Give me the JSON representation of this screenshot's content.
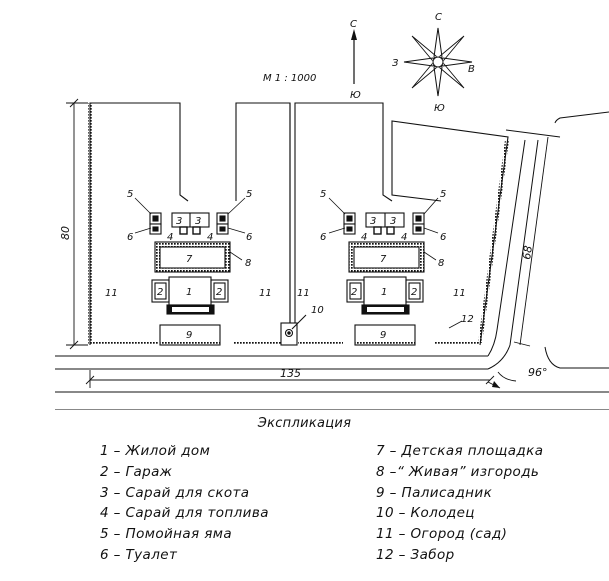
{
  "scale": "М 1 : 1000",
  "north_arrow": {
    "top": "С",
    "bottom": "Ю"
  },
  "compass_rose": {
    "north": "С",
    "south": "Ю",
    "west": "З",
    "east": "В"
  },
  "dimensions": {
    "width": "135",
    "height": "80",
    "diagonal": "68",
    "angle": "96°"
  },
  "plot_labels": {
    "house": "1",
    "garage": "2",
    "barn": "3",
    "shed": "4",
    "cesspit": "5",
    "toilet": "6",
    "playground": "7",
    "hedge": "8",
    "front_garden": "9",
    "well": "10",
    "garden": "11",
    "fence": "12"
  },
  "explication": {
    "title": "Экспликация",
    "left": [
      "1 – Жилой дом",
      "2 – Гараж",
      "3 – Сарай для скота",
      "4 – Сарай для топлива",
      "5 – Помойная яма",
      "6 – Туалет"
    ],
    "right": [
      "7 – Детская площадка",
      "8 –“ Живая” изгородь",
      "9 – Палисадник",
      "10 – Колодец",
      "11 – Огород (сад)",
      "12 – Забор"
    ]
  }
}
